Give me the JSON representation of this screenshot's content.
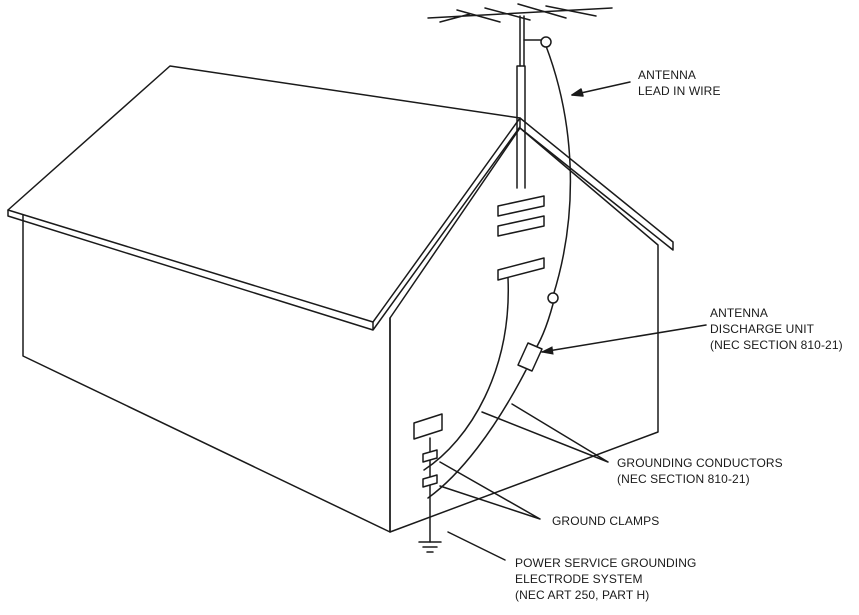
{
  "labels": {
    "antenna_lead_in": [
      "ANTENNA",
      "LEAD IN WIRE"
    ],
    "antenna_discharge_unit": [
      "ANTENNA",
      "DISCHARGE UNIT",
      "(NEC SECTION 810-21)"
    ],
    "grounding_conductors": [
      "GROUNDING CONDUCTORS",
      "(NEC SECTION 810-21)"
    ],
    "ground_clamps": [
      "GROUND CLAMPS"
    ],
    "power_service_grounding": [
      "POWER SERVICE GROUNDING",
      "ELECTRODE SYSTEM",
      "(NEC ART 250, PART H)"
    ]
  }
}
